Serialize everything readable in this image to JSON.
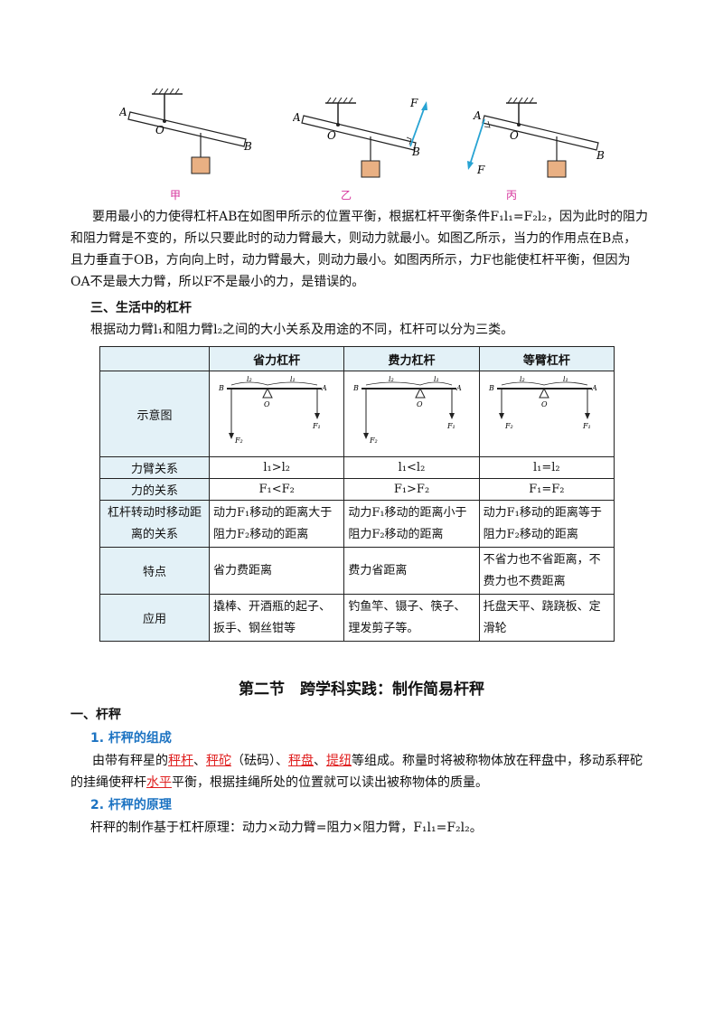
{
  "figures": {
    "captions": [
      "甲",
      "乙",
      "丙"
    ],
    "labels": {
      "A": "A",
      "O": "O",
      "B": "B",
      "F": "F"
    }
  },
  "paragraph1": "要用最小的力使得杠杆AB在如图甲所示的位置平衡，根据杠杆平衡条件F₁l₁=F₂l₂，因为此时的阻力和阻力臂是不变的，所以只要此时的动力臂最大，则动力就最小。如图乙所示，当力的作用点在B点，且力垂直于OB，方向向上时，动力臂最大，则动力最小。如图丙所示，力F也能使杠杆平衡，但因为OA不是最大力臂，所以F不是最小的力，是错误的。",
  "heading3": "三、生活中的杠杆",
  "intro": "根据动力臂l₁和阻力臂l₂之间的大小关系及用途的不同，杠杆可以分为三类。",
  "table": {
    "headers": [
      "",
      "省力杠杆",
      "费力杠杆",
      "等臂杠杆"
    ],
    "row_labels": [
      "示意图",
      "力臂关系",
      "力的关系",
      "杠杆转动时移动距离的关系",
      "特点",
      "应用"
    ],
    "arm": [
      "l₁>l₂",
      "l₁<l₂",
      "l₁=l₂"
    ],
    "force": [
      "F₁<F₂",
      "F₁>F₂",
      "F₁=F₂"
    ],
    "distance": [
      "动力F₁移动的距离大于阻力F₂移动的距离",
      "动力F₁移动的距离小于阻力F₂移动的距离",
      "动力F₁移动的距离等于阻力F₂移动的距离"
    ],
    "features": [
      "省力费距离",
      "费力省距离",
      "不省力也不省距离，不费力也不费距离"
    ],
    "apps": [
      "撬棒、开酒瓶的起子、扳手、钢丝钳等",
      "钓鱼竿、镊子、筷子、理发剪子等。",
      "托盘天平、跷跷板、定滑轮"
    ]
  },
  "section_title": "第二节　跨学科实践：制作简易杆秤",
  "h_one": "一、杆秤",
  "h_1": "1. 杆秤的组成",
  "composition": {
    "pre": "由带有秤星的",
    "t1": "秤杆",
    "sep1": "、",
    "t2": "秤砣",
    "mid": "（砝码）、",
    "t3": "秤盘",
    "sep2": "、",
    "t4": "提纽",
    "post": "等组成。称量时将被称物体放在秤盘中，移动系秤砣的挂绳使秤杆",
    "t5": "水平",
    "end": "平衡，根据挂绳所处的位置就可以读出被称物体的质量。"
  },
  "h_2": "2. 杆秤的原理",
  "principle": "杆秤的制作基于杠杆原理：动力×动力臂=阻力×阻力臂，F₁l₁=F₂l₂。"
}
